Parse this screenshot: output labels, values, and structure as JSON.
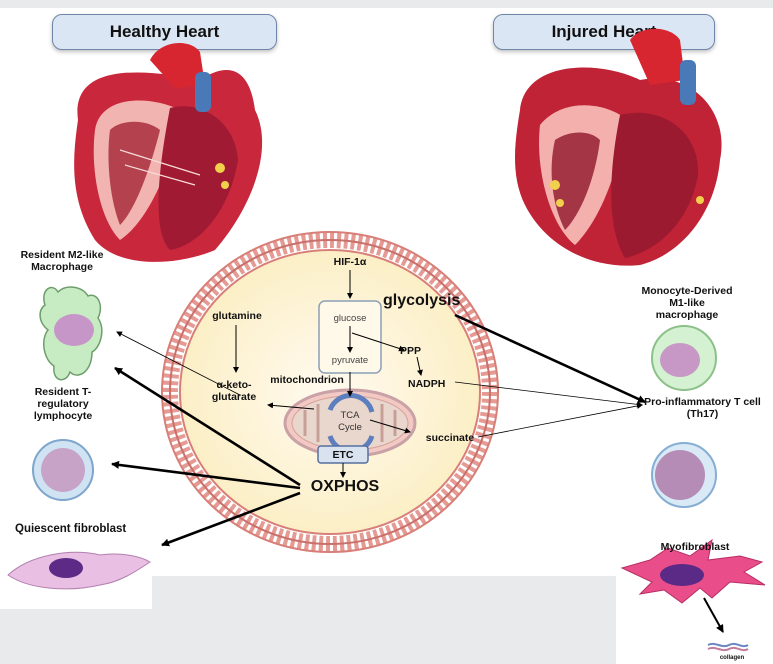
{
  "headers": {
    "healthy": "Healthy Heart",
    "injured": "Injured Heart"
  },
  "cells": {
    "m2_macrophage": "Resident M2-like Macrophage",
    "treg": "Resident T-regulatory lymphocyte",
    "quiescent_fibroblast": "Quiescent fibroblast",
    "m1_macrophage": "Monocyte-Derived M1-like macrophage",
    "th17": "Pro-inflammatory T cell (Th17)",
    "myofibroblast": "Myofibroblast",
    "collagen": "collagen"
  },
  "metabolism": {
    "hif": "HIF-1α",
    "glycolysis": "glycolysis",
    "glucose": "glucose",
    "pyruvate": "pyruvate",
    "ppp": "PPP",
    "nadph": "NADPH",
    "glutamine": "glutamine",
    "akg": "α-keto-glutarate",
    "mitochondrion": "mitochondrion",
    "tca": "TCA Cycle",
    "succinate": "succinate",
    "etc": "ETC",
    "oxphos": "OXPHOS"
  },
  "colors": {
    "membrane": "#d9847e",
    "cytoplasm": "#fdf3d6",
    "heart": "#a8243e",
    "header_fill": "#dbe6f4",
    "arrow": "#000000"
  }
}
